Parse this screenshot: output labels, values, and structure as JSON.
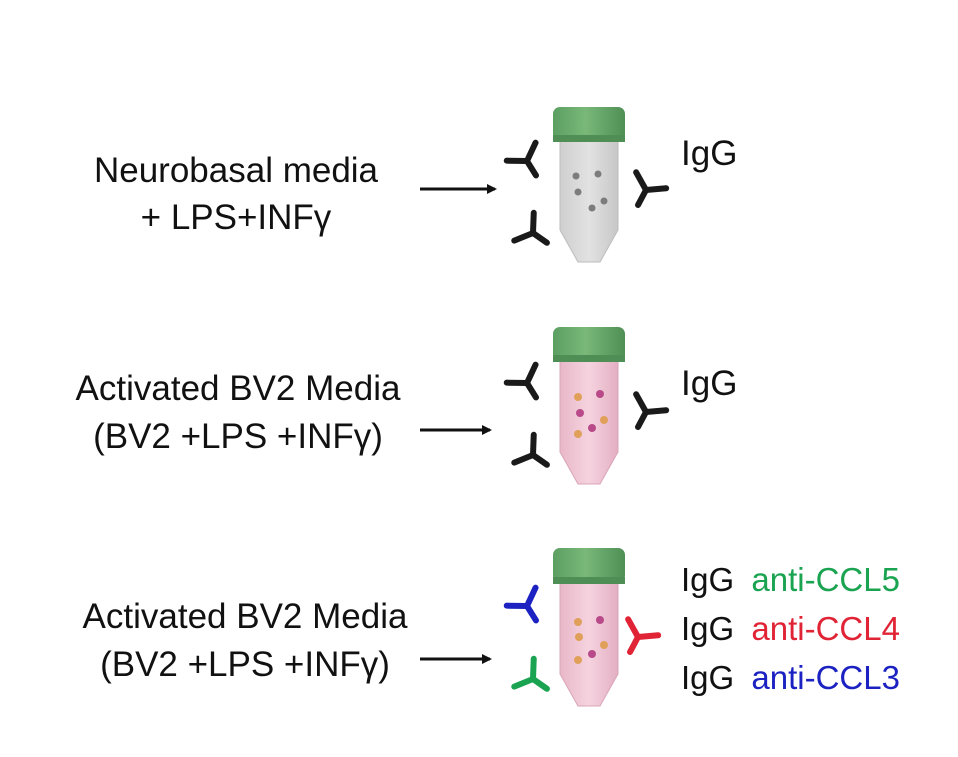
{
  "rows": [
    {
      "source_lines": [
        "Neurobasal media",
        "+ LPS+INFγ"
      ],
      "antibody_labels": [
        {
          "prefix": "IgG",
          "target": ""
        }
      ]
    },
    {
      "source_lines": [
        "Activated BV2 Media",
        "(BV2 +LPS +INFγ)"
      ],
      "antibody_labels": [
        {
          "prefix": "IgG",
          "target": ""
        }
      ]
    },
    {
      "source_lines": [
        "Activated BV2 Media",
        "(BV2 +LPS +INFγ)"
      ],
      "antibody_labels": [
        {
          "prefix": "IgG",
          "target": "anti-CCL5"
        },
        {
          "prefix": "IgG",
          "target": "anti-CCL4"
        },
        {
          "prefix": "IgG",
          "target": "anti-CCL3"
        }
      ]
    }
  ],
  "colors": {
    "text": "#111111",
    "cap": "#6dae6d",
    "cap_dark": "#4f8f55",
    "tube_gray": "#d6d6d6",
    "tube_pink": "#efc6d4",
    "antibody_black": "#1a1a1a",
    "anti_ccl5": "#1aa350",
    "anti_ccl4": "#e02436",
    "anti_ccl3": "#1c22c2",
    "dot_gray": "#7c7c7c",
    "dot_orange": "#e0a05a",
    "dot_magenta": "#b84a8a"
  }
}
